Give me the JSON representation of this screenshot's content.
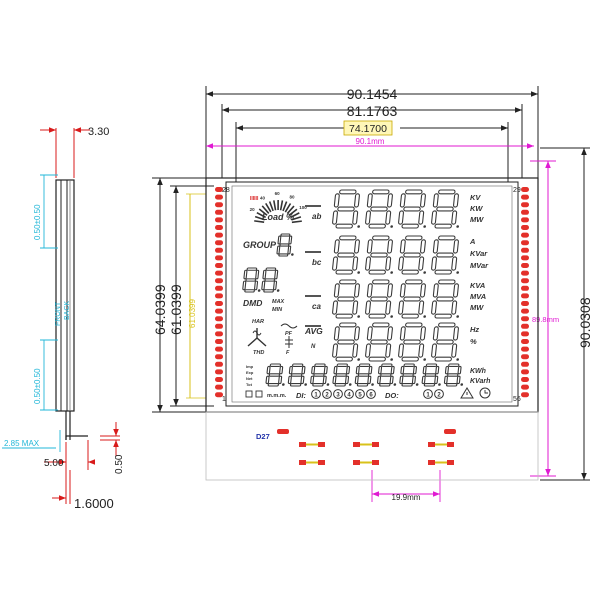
{
  "colors": {
    "line": "#222222",
    "red": "#d81b1b",
    "magenta": "#e01ad2",
    "cyan": "#22b7d8",
    "yellow": "#d8c21a",
    "pin_red": "#e3302a",
    "segment": "#3a3a3a",
    "ghost": "#cfcfcf"
  },
  "side_view": {
    "top_thickness": "3.30",
    "front_label": "FRONT",
    "back_label": "BACK",
    "tol_top": "0.50±0.50",
    "tol_bottom": "0.50±0.50",
    "max_label": "2.85  MAX",
    "bottom_width": "5.00",
    "bottom_gap": "0.50",
    "pin_thickness": "1.6000"
  },
  "front_view": {
    "dim_outer_width": "90.1454",
    "dim_inner_width": "81.1763",
    "dim_view_width": "74.1700",
    "dim_glass_width": "90.1mm",
    "dim_outer_height": "64.0399",
    "dim_inner_height": "61.0399",
    "dim_yellow_height": "61.0399",
    "dim_glass_height": "89.8mm",
    "dim_total_height": "90.0308",
    "dim_pin_pitch": "19.9mm",
    "pin_numbers": [
      "1",
      "28",
      "29",
      "56"
    ],
    "connector_label": "D27"
  },
  "lcd": {
    "load_label": "Load %",
    "scale_numbers": [
      "20",
      "40",
      "60",
      "80",
      "100"
    ],
    "group_label": "GROUP",
    "dmd_label": "DMD",
    "max_label": "MAX",
    "min_label": "MIN",
    "har_label": "HAR",
    "thd_label": "THD",
    "pf_label": "PF",
    "f_label": "F",
    "avg_label": "AVG",
    "n_label": "N",
    "phase_labels": [
      "ab",
      "bc",
      "ca"
    ],
    "row_units": [
      [
        "KV",
        "KW",
        "MW"
      ],
      [
        "A",
        "KVar",
        "MVar"
      ],
      [
        "KVA",
        "MVA",
        "MW"
      ],
      [
        "Hz",
        "%"
      ]
    ],
    "energy_units": [
      "KWh",
      "KVarh"
    ],
    "side_tiny": [
      "Imp",
      "Exp",
      "Net",
      "Tot"
    ],
    "di_label": "DI:",
    "do_label": "DO:",
    "di_circles": [
      "1",
      "2",
      "3",
      "4",
      "5",
      "6"
    ],
    "do_circles": [
      "1",
      "2"
    ],
    "time_marks": "m.m.m."
  }
}
